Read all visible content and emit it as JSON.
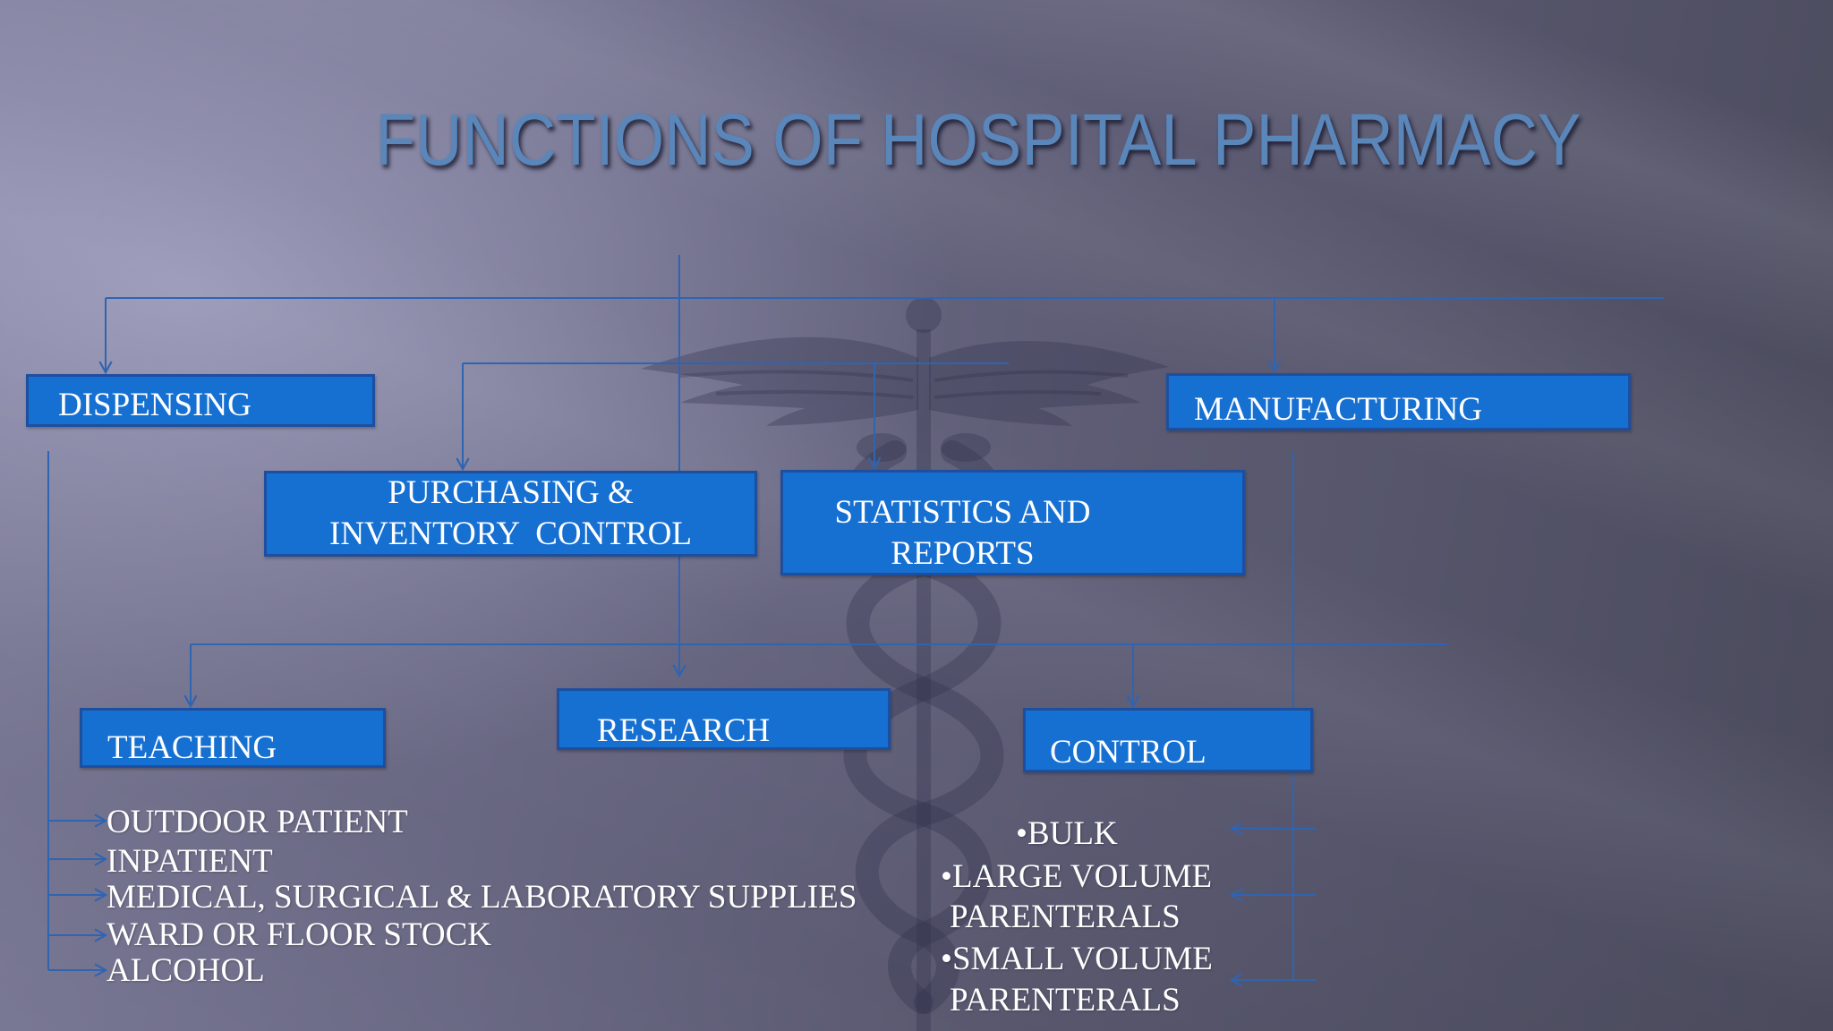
{
  "slide": {
    "title": "FUNCTIONS OF HOSPITAL PHARMACY",
    "watermark_icon": "caduceus-icon"
  },
  "boxes": {
    "dispensing": "DISPENSING",
    "manufacturing": "MANUFACTURING",
    "purchasing": {
      "line1": "PURCHASING &",
      "line2": "INVENTORY  CONTROL"
    },
    "statistics": {
      "line1": "STATISTICS AND",
      "line2": "REPORTS"
    },
    "teaching": "TEACHING",
    "research": "RESEARCH",
    "control": "CONTROL"
  },
  "dispensing_items": [
    "OUTDOOR PATIENT",
    "INPATIENT",
    "MEDICAL, SURGICAL & LABORATORY SUPPLIES",
    "WARD OR FLOOR STOCK",
    "ALCOHOL"
  ],
  "manufacturing_items": {
    "bullet": "•",
    "items": [
      {
        "line1": "BULK"
      },
      {
        "line1": "LARGE VOLUME",
        "line2": "PARENTERALS"
      },
      {
        "line1": "SMALL VOLUME",
        "line2": "PARENTERALS"
      }
    ]
  },
  "colors": {
    "box_fill": "#1670d2",
    "box_border": "#1d4f9e",
    "connector": "#2f64b0",
    "title": "#5a86ba",
    "text": "#ffffff"
  }
}
